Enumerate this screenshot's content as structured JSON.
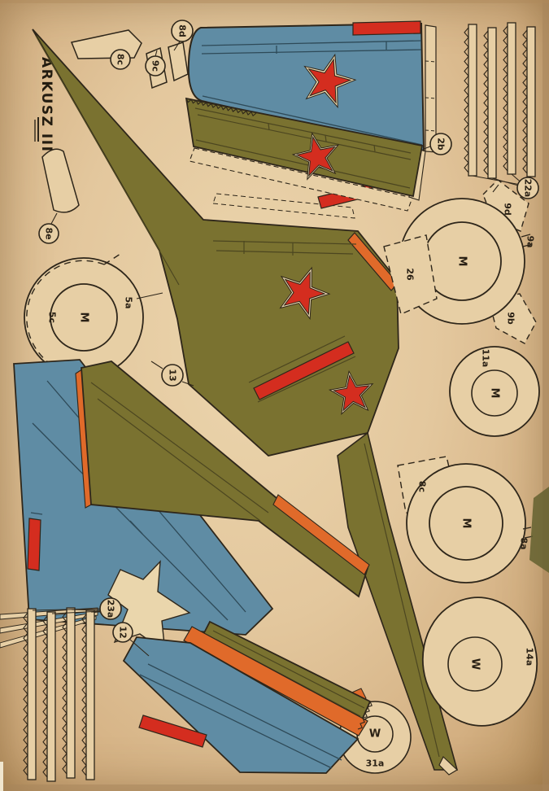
{
  "sheet": {
    "title": "ARKUSZ III"
  },
  "colors": {
    "paper": "#e3c79d",
    "olive": "#7a7230",
    "blue": "#5f8ca4",
    "red": "#d42d1f",
    "orange": "#e06a2a",
    "ink": "#2e261a",
    "cream": "#ecd9b0"
  },
  "labels": {
    "title": "ARKUSZ III",
    "p8d": "8d",
    "p8c": "8c",
    "p9c": "9c",
    "p8e": "8e",
    "p2b": "2b",
    "p22a": "22a",
    "p9d": "9d",
    "p9a": "9a",
    "p9b": "9b",
    "p26": "26",
    "p11a": "11a",
    "p8c_tab": "8c",
    "p8a": "8a",
    "p14a": "14a",
    "p31a": "31a",
    "p5c": "5c",
    "p5a": "5a",
    "p13": "13",
    "p23a": "23a",
    "p12": "12",
    "hub_m": "M",
    "hub_w": "W"
  }
}
